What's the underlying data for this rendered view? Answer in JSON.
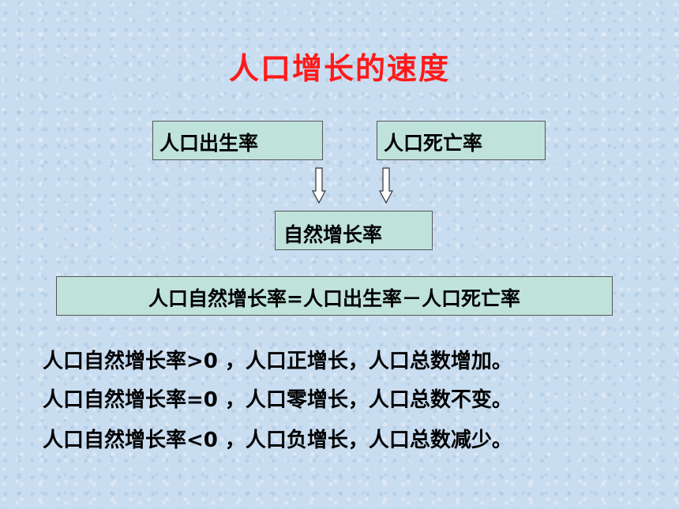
{
  "title": "人口增长的速度",
  "diagram": {
    "birth_rate": "人口出生率",
    "death_rate": "人口死亡率",
    "natural_growth_rate": "自然增长率",
    "formula": "人口自然增长率=人口出生率－人口死亡率"
  },
  "statements": [
    "人口自然增长率>0 ，人口正增长，人口总数增加。",
    "人口自然增长率=0 ，人口零增长，人口总数不变。",
    "人口自然增长率<0 ，人口负增长，人口总数减少。"
  ],
  "colors": {
    "title": "#ff1a1a",
    "box_fill": "#bfe3db",
    "background": "#c9ddf0"
  }
}
